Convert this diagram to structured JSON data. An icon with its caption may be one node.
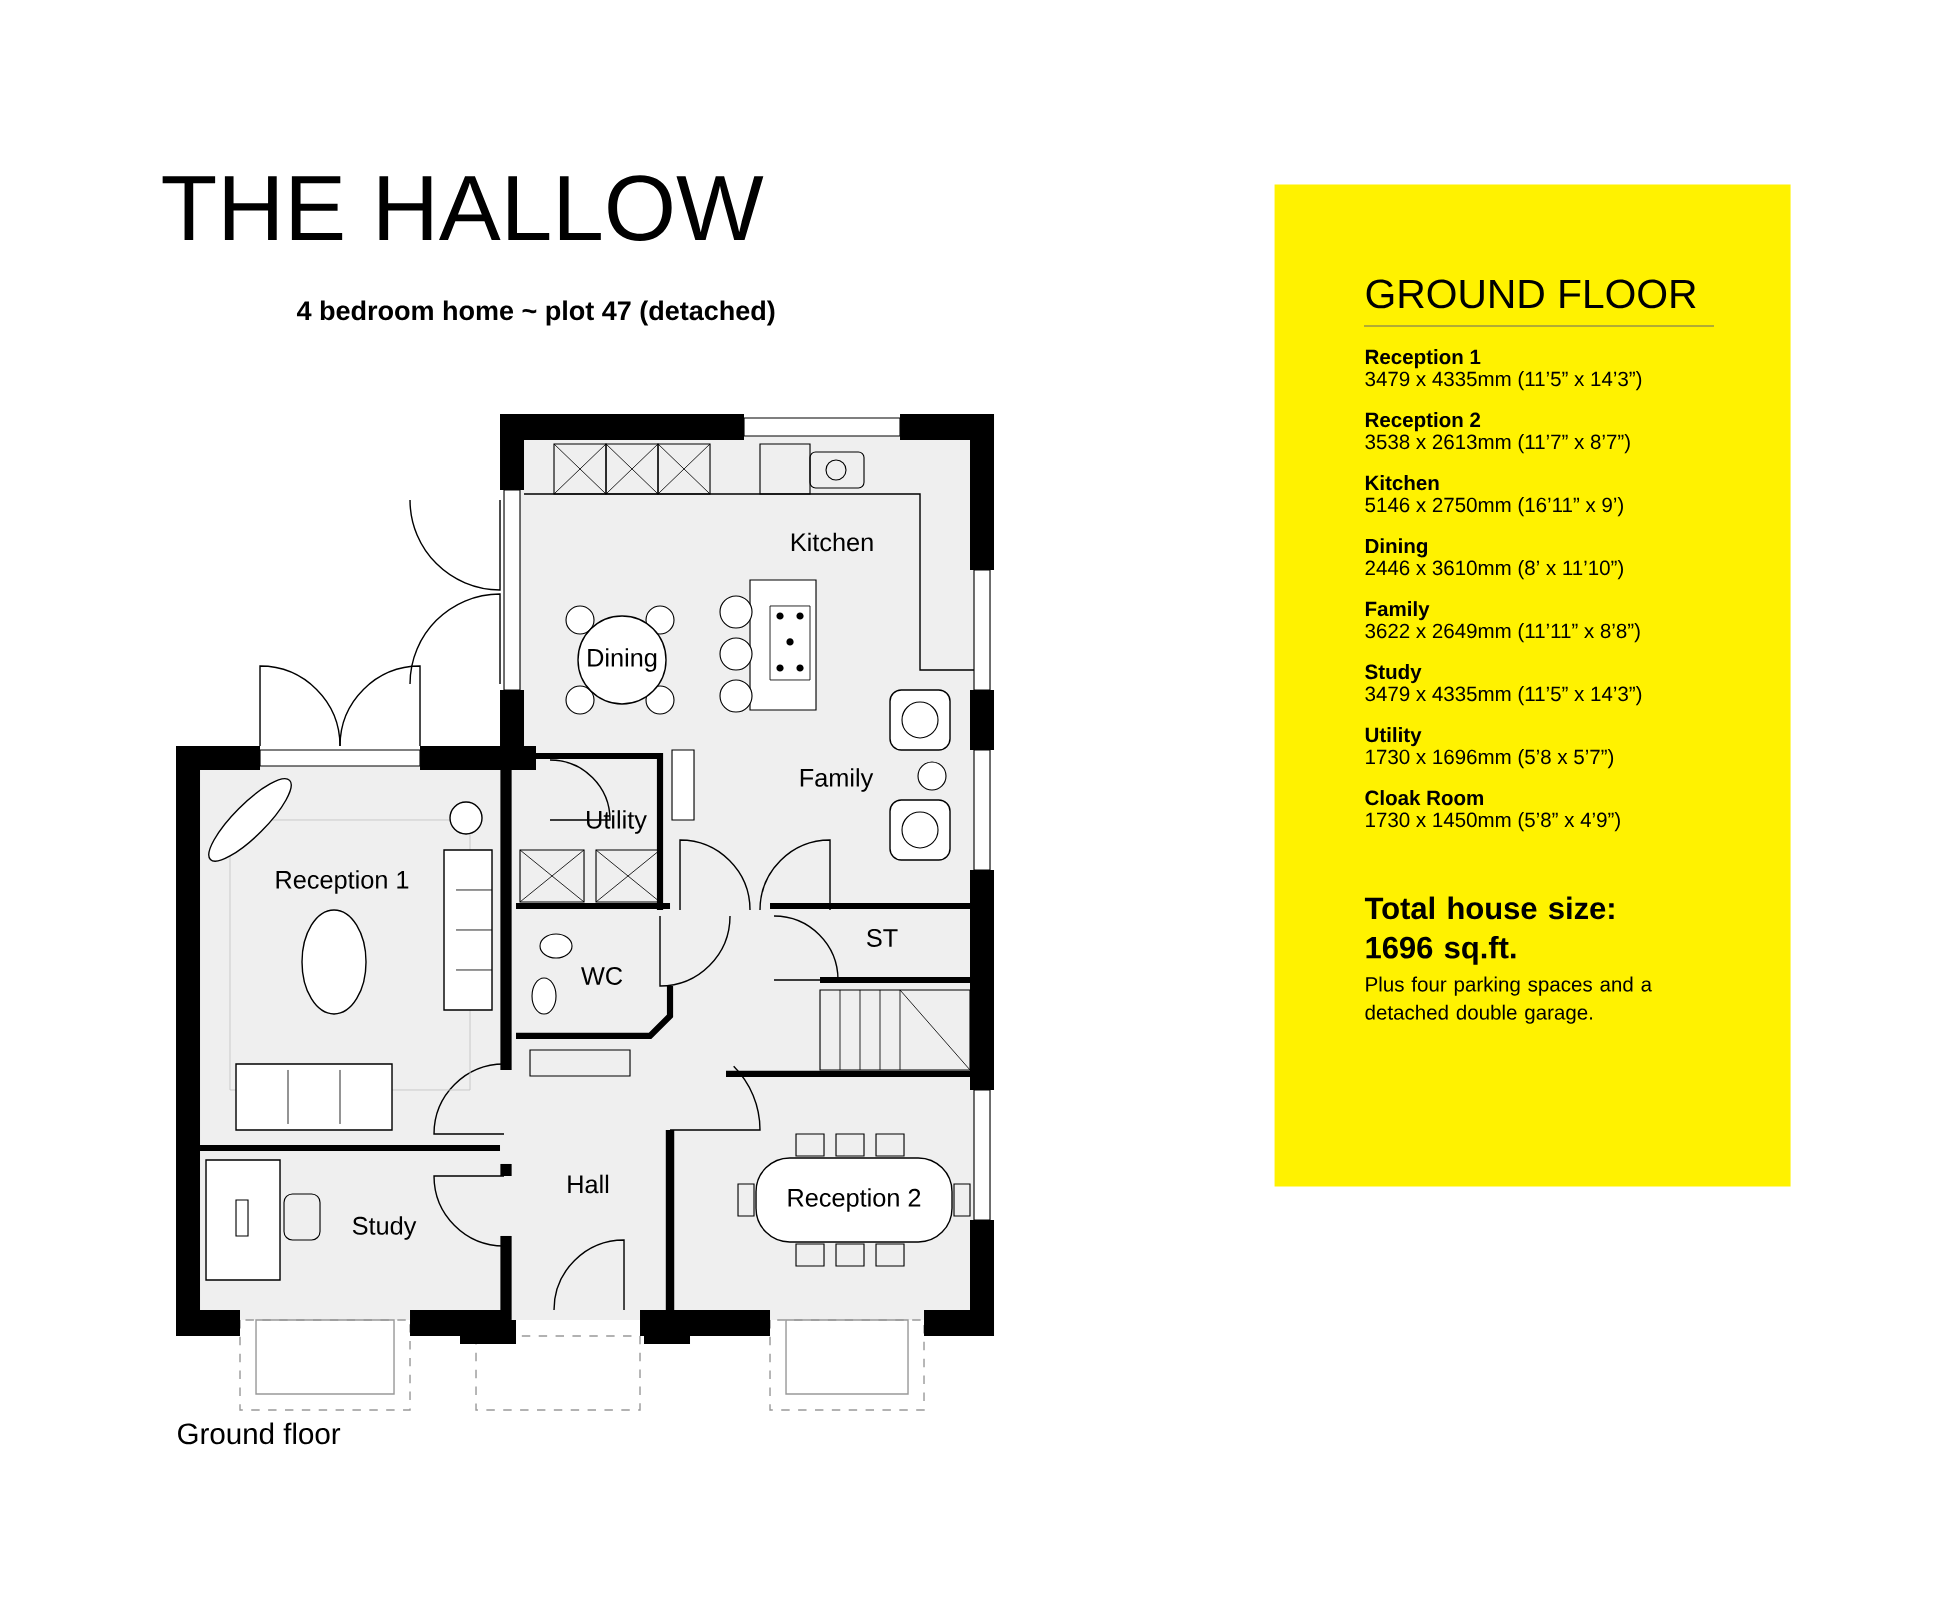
{
  "diagram": {
    "title": "THE HALLOW",
    "caption": "Ground floor",
    "labels": [
      "4 bedroom home ~ plot 47 (detached)"
    ],
    "nodes": [
      {
        "text": [
          "Kitchen"
        ]
      },
      {
        "text": [
          "Dining"
        ]
      },
      {
        "text": [
          "Family"
        ]
      },
      {
        "text": [
          "Utility"
        ]
      },
      {
        "text": [
          "Reception 1"
        ]
      },
      {
        "text": [
          "WC"
        ]
      },
      {
        "text": [
          "ST"
        ]
      },
      {
        "text": [
          "Hall"
        ]
      },
      {
        "text": [
          "Study"
        ]
      },
      {
        "text": [
          "Reception 2"
        ]
      },
      {
        "text": [
          "GROUND FLOOR",
          "Reception 1",
          "3479 x 4335mm (11’5” x 14’3”)",
          "Reception 2",
          "3538 x 2613mm (11’7” x 8’7”)",
          "Kitchen",
          "5146 x 2750mm (16’11” x 9’)",
          "Dining",
          "2446 x 3610mm (8’ x 11’10”)",
          "Family",
          "3622 x 2649mm (11’11” x 8’8”)",
          "Study",
          "3479 x 4335mm (11’5” x 14’3”)",
          "Utility",
          "1730 x 1696mm (5’8 x 5’7”)",
          "Cloak Room",
          "1730 x 1450mm (5’8” x 4’9”)",
          "Total house size: 1696 sq.ft.",
          "Plus four parking spaces and a detached double garage."
        ]
      }
    ]
  }
}
